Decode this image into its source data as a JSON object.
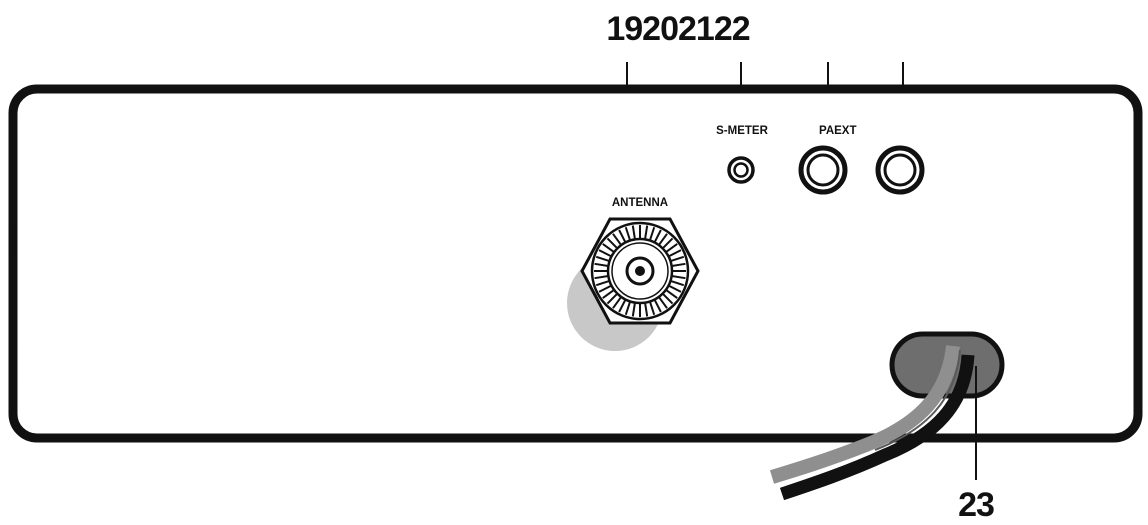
{
  "callouts": {
    "top_numbers": "19202122",
    "cable_number": "23"
  },
  "labels": {
    "antenna": "ANTENNA",
    "s_meter": "S-METER",
    "pa_ext": "PA",
    "pa_ext_suffix": "EXT"
  },
  "icons": {
    "antenna_connector": "so239-antenna-socket-icon",
    "s_meter_jack": "small-round-jack-icon",
    "pa_jack": "rca-jack-icon",
    "ext_jack": "rca-jack-icon",
    "power_cable": "power-cable-icon"
  },
  "colors": {
    "outline": "#111111",
    "shadow": "#c8c8c8",
    "grommet": "#6e6e6e",
    "cable_light": "#8f8f8f",
    "cable_dark": "#111111"
  }
}
